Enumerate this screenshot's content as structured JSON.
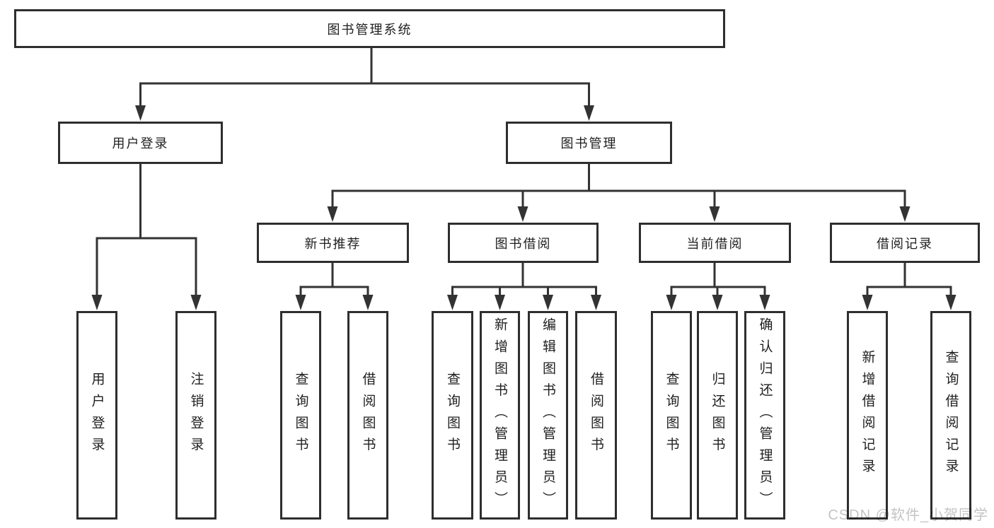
{
  "tree": {
    "root": "图书管理系统",
    "level2": {
      "user_login": "用户登录",
      "book_mgmt": "图书管理"
    },
    "level3": {
      "new_books": "新书推荐",
      "borrowing": "图书借阅",
      "current": "当前借阅",
      "records": "借阅记录"
    },
    "leaves": {
      "user_login": [
        "用户登录",
        "注销登录"
      ],
      "new_books": [
        "查询图书",
        "借阅图书"
      ],
      "borrowing": [
        "查询图书",
        "新增图书（管理员）",
        "编辑图书（管理员）",
        "借阅图书"
      ],
      "current": [
        "查询图书",
        "归还图书",
        "确认归还（管理员）"
      ],
      "records": [
        "新增借阅记录",
        "查询借阅记录"
      ]
    }
  },
  "watermark": "CSDN @软件_小贺同学",
  "colors": {
    "line": "#333333",
    "box_border": "#2e2e2e",
    "text": "#1f1f1f",
    "watermark": "#c4c4c4"
  }
}
